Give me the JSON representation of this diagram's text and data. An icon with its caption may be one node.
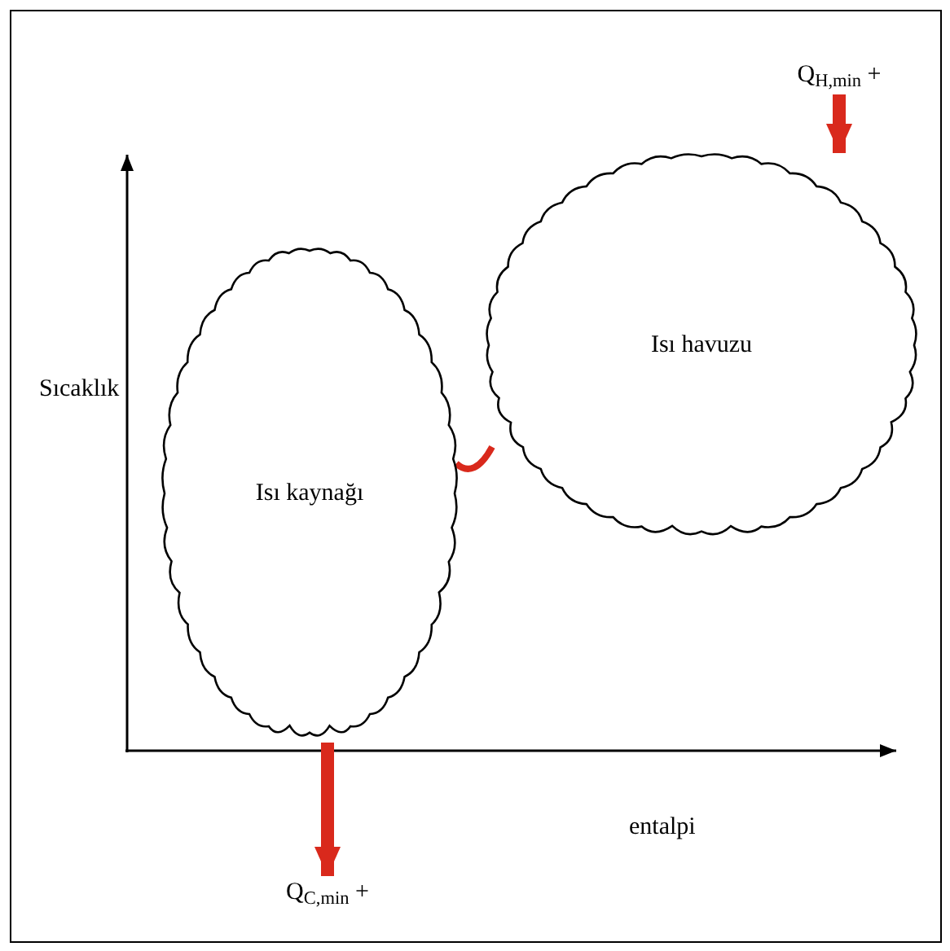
{
  "diagram": {
    "nodes": [
      {
        "text": [
          "Q$_{H,min}$ +"
        ]
      },
      {
        "text": [
          "Isı havuzu"
        ]
      },
      {
        "text": [
          "Isı kaynağı"
        ]
      },
      {
        "text": [
          "Q$_{C,min}$ +"
        ]
      }
    ],
    "edges": [
      {
        "from": 0,
        "to": 1,
        "arrow": "to"
      },
      {
        "from": 2,
        "to": 3,
        "arrow": "to"
      },
      {
        "from": 2,
        "to": 1,
        "arrow": "none"
      }
    ],
    "labels": [
      "Sıcaklık",
      "entalpi"
    ]
  }
}
